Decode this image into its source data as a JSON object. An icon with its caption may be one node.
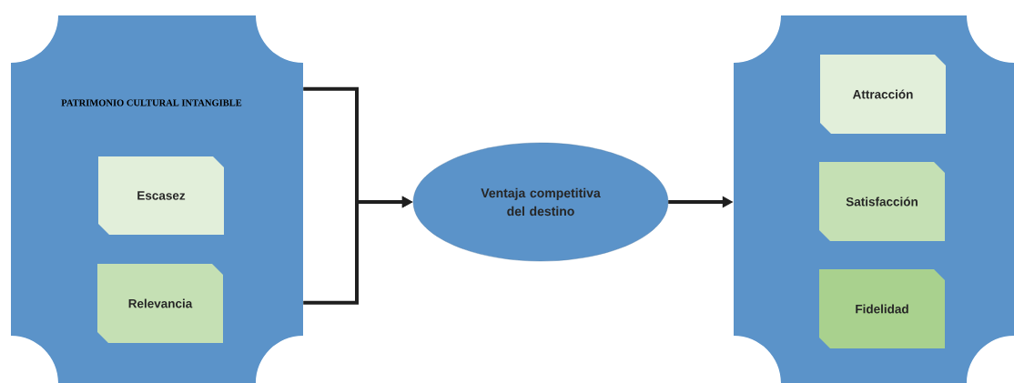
{
  "diagram": {
    "nodes": [
      {
        "text": [
          "PATRIMONIO CULTURAL INTANGIBLE"
        ]
      },
      {
        "text": [
          "Escasez"
        ],
        "in": 0
      },
      {
        "text": [
          "Relevancia"
        ],
        "in": 0
      },
      {
        "text": [
          "Ventaja competitiva del destino"
        ]
      },
      {
        "text": [],
        "shape": "box"
      },
      {
        "text": [
          "Attracción"
        ],
        "in": 4
      },
      {
        "text": [
          "Satisfacción"
        ],
        "in": 4
      },
      {
        "text": [
          "Fidelidad"
        ],
        "in": 4
      }
    ],
    "edges": [
      {
        "from": 0,
        "to": 3,
        "arrow": "to"
      },
      {
        "from": 0,
        "to": 3,
        "arrow": "to"
      },
      {
        "from": 3,
        "to": 4,
        "arrow": "to"
      }
    ]
  }
}
